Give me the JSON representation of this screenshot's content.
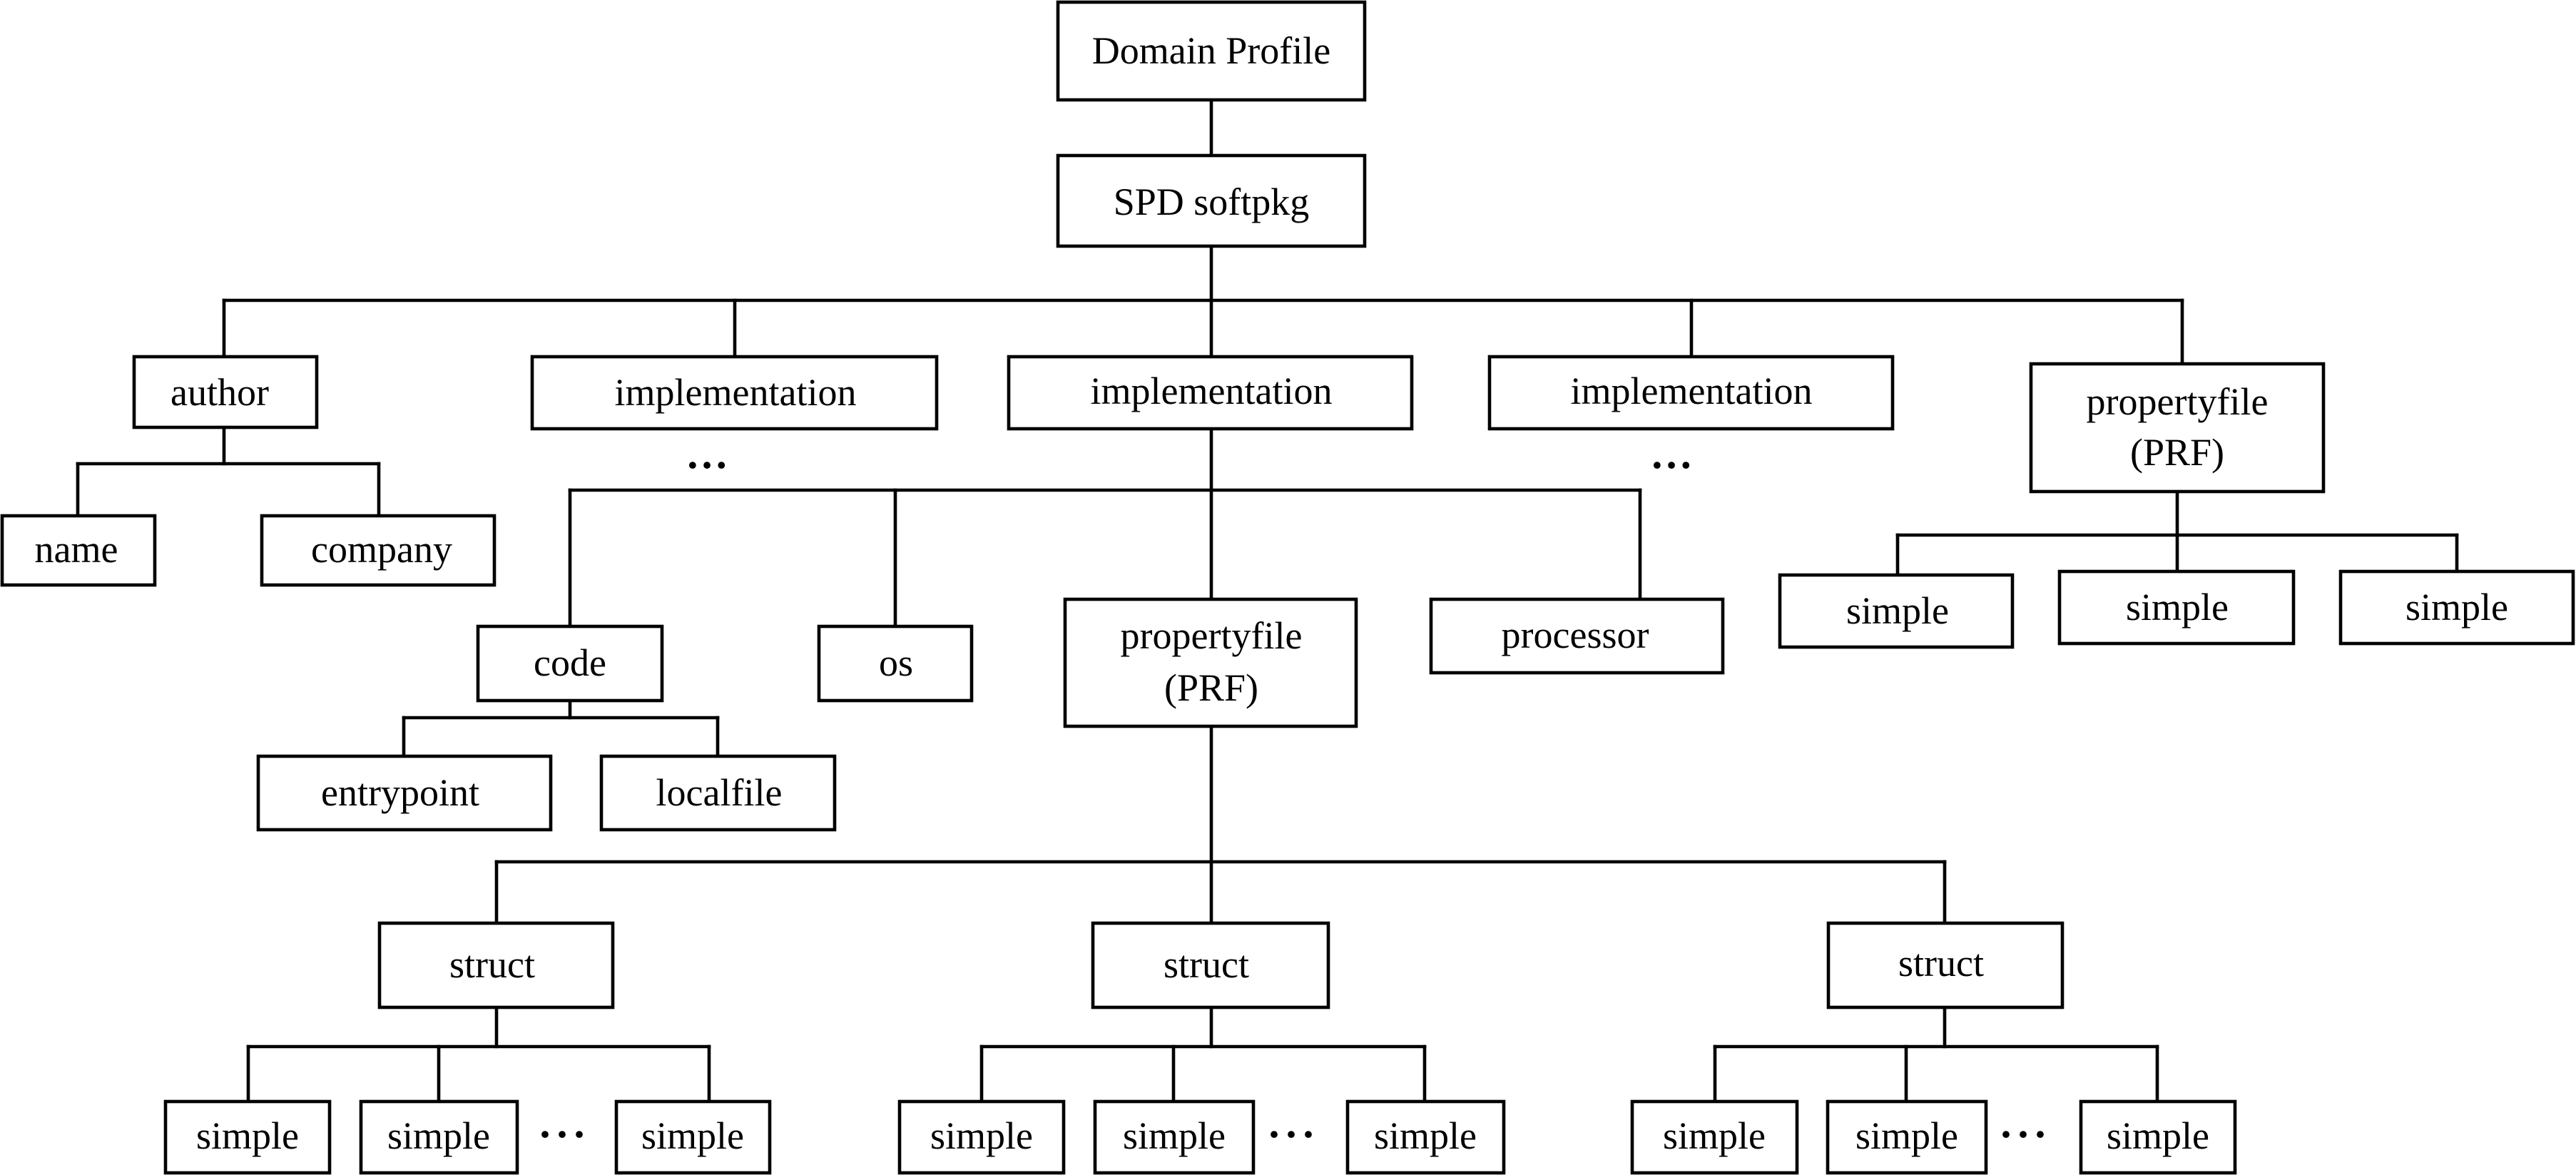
{
  "nodes": {
    "domain_profile": "Domain Profile",
    "spd_softpkg": "SPD softpkg",
    "author": "author",
    "name": "name",
    "company": "company",
    "implementation_left": "implementation",
    "implementation_center": "implementation",
    "implementation_right": "implementation",
    "propertyfile_right_line1": "propertyfile",
    "propertyfile_right_line2": "(PRF)",
    "simple_right_1": "simple",
    "simple_right_2": "simple",
    "simple_right_3": "simple",
    "code": "code",
    "os": "os",
    "propertyfile_center_line1": "propertyfile",
    "propertyfile_center_line2": "(PRF)",
    "processor": "processor",
    "entrypoint": "entrypoint",
    "localfile": "localfile",
    "struct_left": "struct",
    "struct_center": "struct",
    "struct_right": "struct",
    "simple_a1": "simple",
    "simple_a2": "simple",
    "simple_a3": "simple",
    "simple_b1": "simple",
    "simple_b2": "simple",
    "simple_b3": "simple",
    "simple_c1": "simple",
    "simple_c2": "simple",
    "simple_c3": "simple"
  },
  "ellipsis": "…",
  "ellipsis_short": "···"
}
